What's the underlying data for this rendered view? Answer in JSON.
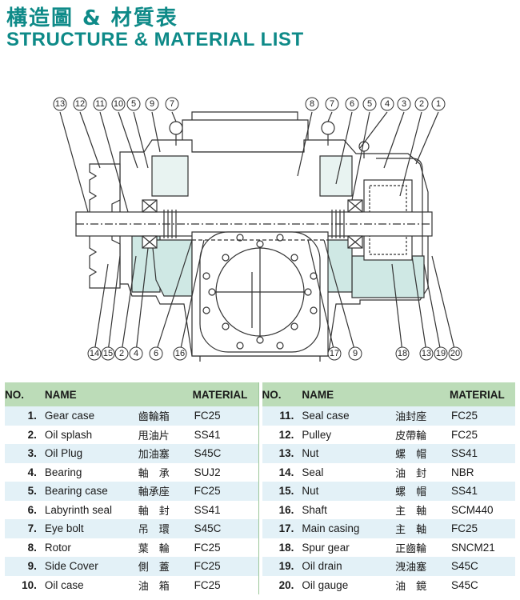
{
  "header": {
    "title_cn": "構造圖 & 材質表",
    "title_en": "STRUCTURE & MATERIAL LIST"
  },
  "colors": {
    "accent": "#0e8a88",
    "table_header": "#bcdcb8",
    "row_stripe": "#e3f1f7",
    "part_fill": "#cfe8e4",
    "outline": "#333333"
  },
  "callouts": {
    "top_left": [
      "13",
      "12",
      "11",
      "10",
      "5",
      "9",
      "7"
    ],
    "top_right": [
      "8",
      "7",
      "6",
      "5",
      "4",
      "3",
      "2",
      "1"
    ],
    "bottom_left": [
      "14",
      "15",
      "2",
      "4",
      "6",
      "16"
    ],
    "bottom_right": [
      "17",
      "9",
      "18",
      "13",
      "19",
      "20"
    ]
  },
  "table": {
    "headers": {
      "no": "NO.",
      "name": "NAME",
      "material": "MATERIAL"
    },
    "rows": [
      {
        "left": {
          "no": "1.",
          "name": "Gear case",
          "cn": "齒輪箱",
          "material": "FC25"
        },
        "right": {
          "no": "11.",
          "name": "Seal case",
          "cn": "油封座",
          "material": "FC25"
        }
      },
      {
        "left": {
          "no": "2.",
          "name": "Oil splash",
          "cn": "甩油片",
          "material": "SS41"
        },
        "right": {
          "no": "12.",
          "name": "Pulley",
          "cn": "皮帶輪",
          "material": "FC25"
        }
      },
      {
        "left": {
          "no": "3.",
          "name": "Oil Plug",
          "cn": "加油塞",
          "material": "S45C"
        },
        "right": {
          "no": "13.",
          "name": "Nut",
          "cn": "螺　帽",
          "material": "SS41"
        }
      },
      {
        "left": {
          "no": "4.",
          "name": "Bearing",
          "cn": "軸　承",
          "material": "SUJ2"
        },
        "right": {
          "no": "14.",
          "name": "Seal",
          "cn": "油　封",
          "material": "NBR"
        }
      },
      {
        "left": {
          "no": "5.",
          "name": "Bearing case",
          "cn": "軸承座",
          "material": "FC25"
        },
        "right": {
          "no": "15.",
          "name": "Nut",
          "cn": "螺　帽",
          "material": "SS41"
        }
      },
      {
        "left": {
          "no": "6.",
          "name": "Labyrinth seal",
          "cn": "軸　封",
          "material": "SS41"
        },
        "right": {
          "no": "16.",
          "name": "Shaft",
          "cn": "主　軸",
          "material": "SCM440"
        }
      },
      {
        "left": {
          "no": "7.",
          "name": "Eye bolt",
          "cn": "吊　環",
          "material": "S45C"
        },
        "right": {
          "no": "17.",
          "name": "Main casing",
          "cn": "主　軸",
          "material": "FC25"
        }
      },
      {
        "left": {
          "no": "8.",
          "name": "Rotor",
          "cn": "葉　輪",
          "material": "FC25"
        },
        "right": {
          "no": "18.",
          "name": "Spur gear",
          "cn": "正齒輪",
          "material": "SNCM21"
        }
      },
      {
        "left": {
          "no": "9.",
          "name": "Side Cover",
          "cn": "側　蓋",
          "material": "FC25"
        },
        "right": {
          "no": "19.",
          "name": "Oil drain",
          "cn": "洩油塞",
          "material": "S45C"
        }
      },
      {
        "left": {
          "no": "10.",
          "name": "Oil case",
          "cn": "油　箱",
          "material": "FC25"
        },
        "right": {
          "no": "20.",
          "name": "Oil gauge",
          "cn": "油　鏡",
          "material": "S45C"
        }
      }
    ]
  }
}
